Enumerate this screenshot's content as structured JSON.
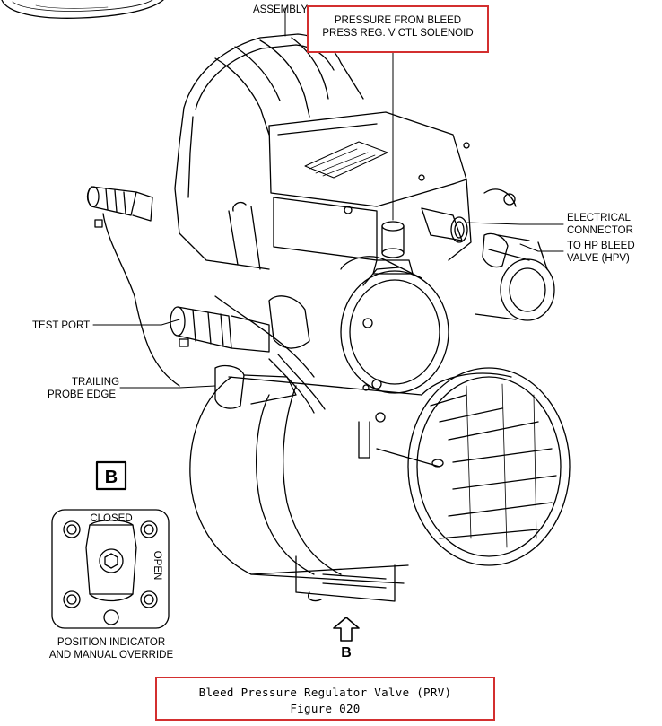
{
  "labels": {
    "assembly": "ASSEMBLY",
    "pressure_line1": "PRESSURE FROM BLEED",
    "pressure_line2": "PRESS REG. V CTL SOLENOID",
    "electrical_line1": "ELECTRICAL",
    "electrical_line2": "CONNECTOR",
    "hp_line1": "TO HP BLEED",
    "hp_line2": "VALVE (HPV)",
    "test_port": "TEST PORT",
    "trailing_line1": "TRAILING",
    "trailing_line2": "PROBE EDGE",
    "detail_b": "B",
    "closed": "CLOSED",
    "open": "OPEN",
    "position_line1": "POSITION INDICATOR",
    "position_line2": "AND MANUAL OVERRIDE",
    "view_b": "B"
  },
  "caption": {
    "title": "Bleed Pressure Regulator Valve (PRV)",
    "figure": "Figure 020"
  },
  "colors": {
    "callout_border": "#d32f2f",
    "line": "#000000"
  }
}
